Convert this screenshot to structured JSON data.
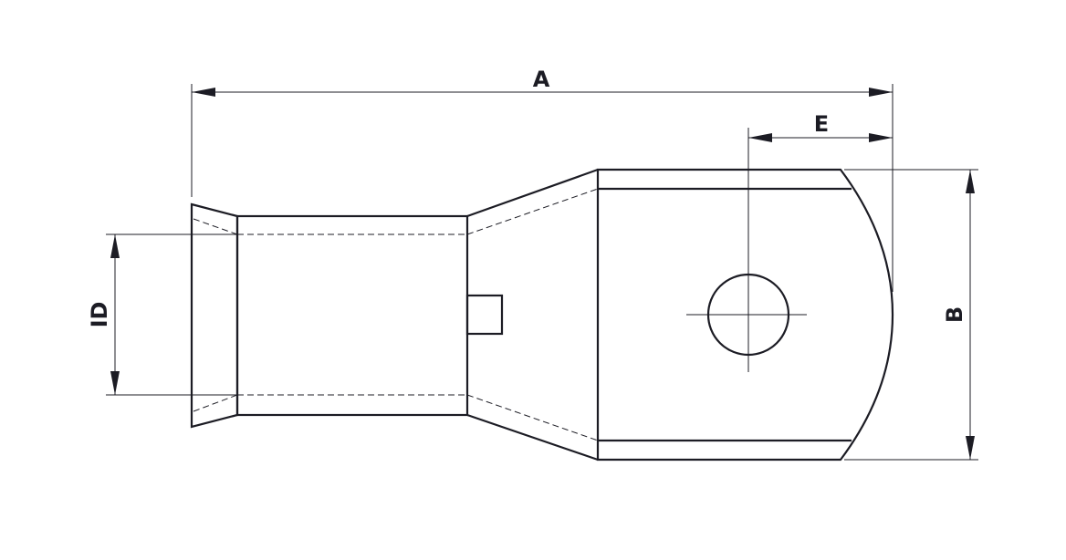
{
  "dimensions": {
    "overall_length": "A",
    "hole_offset": "E",
    "palm_width": "B",
    "inner_diameter": "ID"
  },
  "colors": {
    "line": "#1c1c24",
    "background": "#ffffff"
  }
}
